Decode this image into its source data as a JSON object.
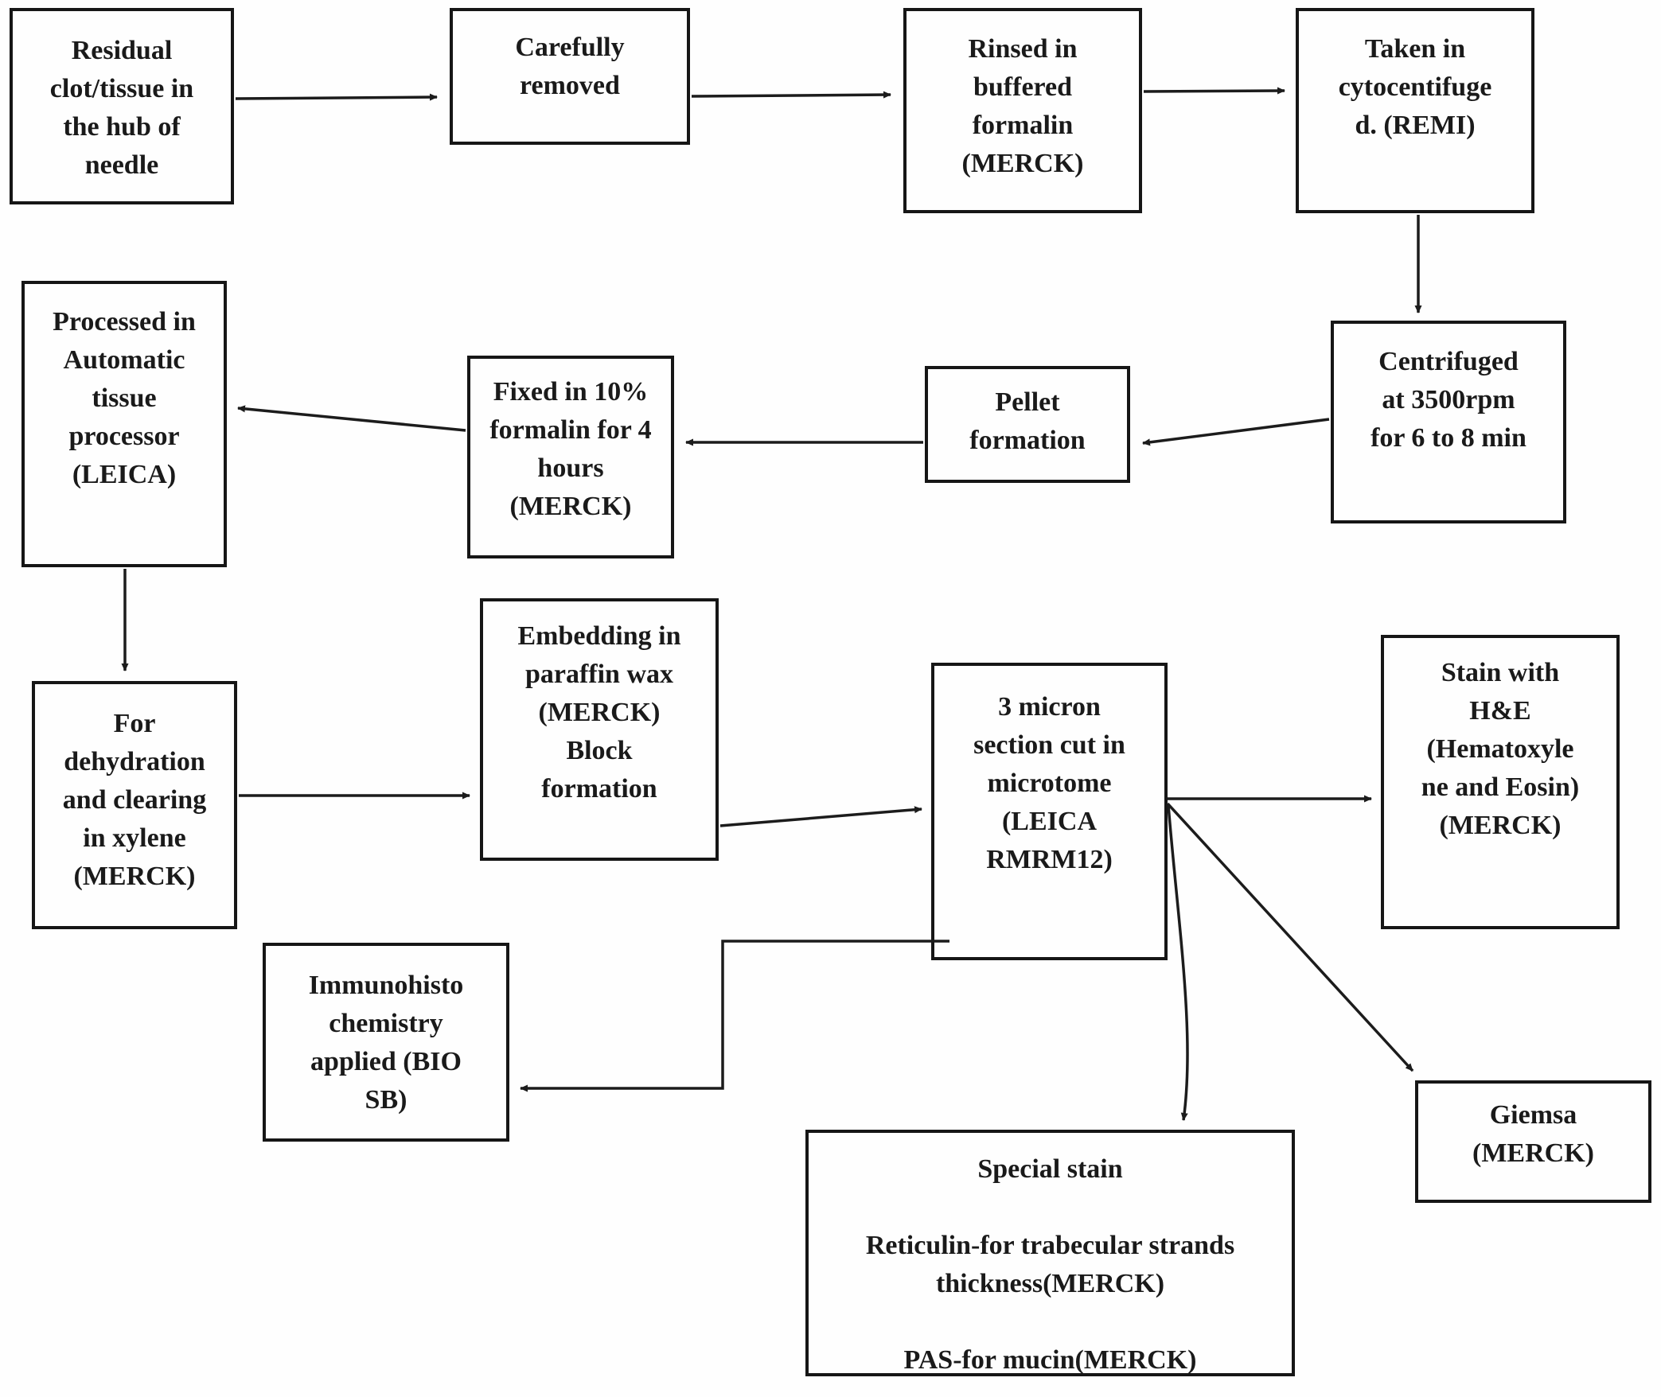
{
  "figure": {
    "type": "flowchart",
    "title": "Cytology / histology specimen processing workflow",
    "background_color": "#fefefe",
    "line_color": "#1c1c1c",
    "box_border_color": "#161616",
    "text_color": "#1a1a1a"
  },
  "nodes": {
    "residual": {
      "label": [
        "Residual",
        "clot/tissue in",
        "the hub of",
        "needle"
      ]
    },
    "carefully": {
      "label": [
        "Carefully",
        "removed"
      ]
    },
    "rinsed": {
      "label": [
        "Rinsed in",
        "buffered",
        "formalin",
        "(MERCK)"
      ]
    },
    "taken": {
      "label": [
        "Taken in",
        "cytocentifuge",
        "d. (REMI)"
      ]
    },
    "centrifuged": {
      "label": [
        "Centrifuged",
        "at 3500rpm",
        "for 6 to 8 min"
      ]
    },
    "pellet": {
      "label": [
        "Pellet",
        "formation"
      ]
    },
    "fixed": {
      "label": [
        "Fixed in 10%",
        "formalin for 4",
        "hours",
        "(MERCK)"
      ]
    },
    "processed": {
      "label": [
        "Processed in",
        "Automatic",
        "tissue",
        "processor",
        "(LEICA)"
      ]
    },
    "for_dehydration": {
      "label": [
        "For",
        "dehydration",
        "and clearing",
        "in xylene",
        "(MERCK)"
      ]
    },
    "embedding": {
      "label": [
        "Embedding in",
        "paraffin wax",
        "(MERCK)",
        "Block",
        "formation"
      ]
    },
    "micron_section": {
      "label": [
        "3 micron",
        "section cut in",
        "microtome",
        "(LEICA",
        "RMRM12)"
      ]
    },
    "stain_he": {
      "label": [
        "Stain with",
        "H&E",
        "(Hematoxyle",
        "ne and Eosin)",
        "(MERCK)"
      ]
    },
    "immunohisto": {
      "label": [
        "Immunohisto",
        "chemistry",
        "applied (BIO",
        "SB)"
      ]
    },
    "giemsa": {
      "label": [
        "Giemsa",
        "(MERCK)"
      ]
    },
    "special_stain": {
      "label": [
        "Special stain",
        "",
        "Reticulin-for trabecular strands",
        "thickness(MERCK)",
        "",
        "PAS-for mucin(MERCK)"
      ]
    }
  },
  "edges": [
    {
      "from": "residual",
      "to": "carefully"
    },
    {
      "from": "carefully",
      "to": "rinsed"
    },
    {
      "from": "rinsed",
      "to": "taken"
    },
    {
      "from": "taken",
      "to": "centrifuged"
    },
    {
      "from": "centrifuged",
      "to": "pellet"
    },
    {
      "from": "pellet",
      "to": "fixed"
    },
    {
      "from": "fixed",
      "to": "processed"
    },
    {
      "from": "processed",
      "to": "for_dehydration"
    },
    {
      "from": "for_dehydration",
      "to": "embedding"
    },
    {
      "from": "embedding",
      "to": "micron_section"
    },
    {
      "from": "micron_section",
      "to": "stain_he"
    },
    {
      "from": "micron_section",
      "to": "giemsa"
    },
    {
      "from": "micron_section",
      "to": "special_stain"
    },
    {
      "from": "micron_section",
      "to": "immunohisto"
    }
  ]
}
